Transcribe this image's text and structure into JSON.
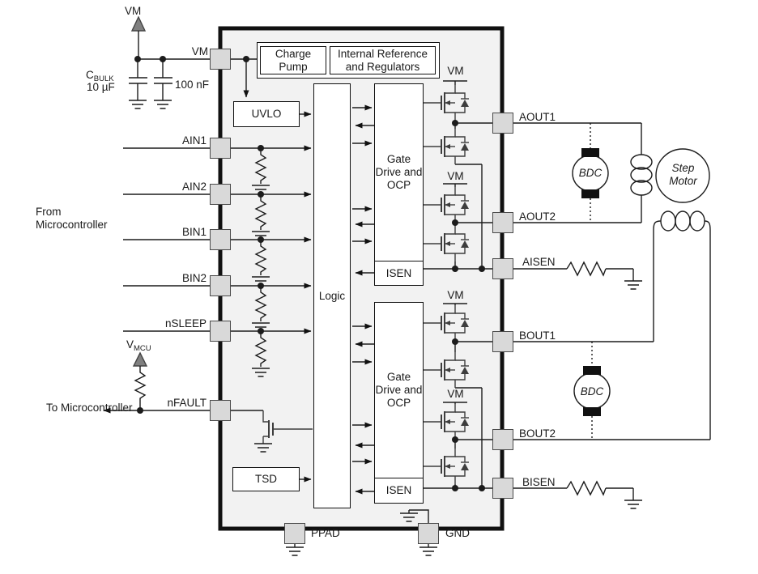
{
  "chip": {
    "blocks": {
      "charge_pump": "Charge Pump",
      "internal_ref": "Internal Reference and Regulators",
      "uvlo": "UVLO",
      "logic": "Logic",
      "gate_drive_a": "Gate Drive and OCP",
      "isen_a": "ISEN",
      "gate_drive_b": "Gate Drive and OCP",
      "isen_b": "ISEN",
      "tsd": "TSD"
    },
    "pins": {
      "vm": "VM",
      "ain1": "AIN1",
      "ain2": "AIN2",
      "bin1": "BIN1",
      "bin2": "BIN2",
      "nsleep": "nSLEEP",
      "nfault": "nFAULT",
      "aout1": "AOUT1",
      "aout2": "AOUT2",
      "aisen": "AISEN",
      "bout1": "BOUT1",
      "bout2": "BOUT2",
      "bisen": "BISEN",
      "ppad": "PPAD",
      "gnd": "GND"
    },
    "rails": {
      "vm_a1": "VM",
      "vm_a2": "VM",
      "vm_b1": "VM",
      "vm_b2": "VM"
    }
  },
  "external": {
    "vm_supply": "VM",
    "cbulk_name_main": "C",
    "cbulk_name_sub": "BULK",
    "cbulk_value": "10 µF",
    "bypass_cap_value": "100 nF",
    "vmcu_name_main": "V",
    "vmcu_name_sub": "MCU",
    "from_mcu": "From Microcontroller",
    "to_mcu": "To Microcontroller",
    "bdc_a": "BDC",
    "bdc_b": "BDC",
    "step_motor": "Step Motor"
  },
  "colors": {
    "chip_fill": "#f2f2f2",
    "pin_fill": "#d9d9d9",
    "wire": "#1c1c1c",
    "supply_arrow_gray": "#808080"
  }
}
